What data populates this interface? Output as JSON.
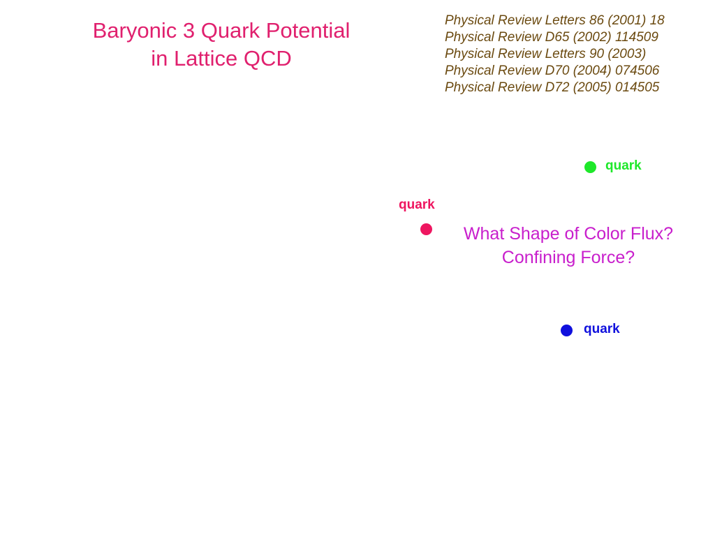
{
  "title": {
    "line1": "Baryonic 3 Quark Potential",
    "line2": "in Lattice QCD",
    "color": "#e0206e"
  },
  "references": {
    "color": "#6b4a10",
    "items": [
      "Physical Review Letters 86 (2001) 18",
      "Physical Review D65 (2002) 114509",
      "Physical Review Letters 90 (2003)",
      "Physical Review D70 (2004) 074506",
      "Physical Review D72 (2005) 014505"
    ]
  },
  "quarks": {
    "green": {
      "label": "quark",
      "color": "#1ee82a"
    },
    "red": {
      "label": "quark",
      "color": "#ee1660"
    },
    "blue": {
      "label": "quark",
      "color": "#1010dd"
    }
  },
  "question": {
    "line1": "What Shape of Color Flux?",
    "line2": "Confining Force?",
    "color": "#c81ecc"
  }
}
